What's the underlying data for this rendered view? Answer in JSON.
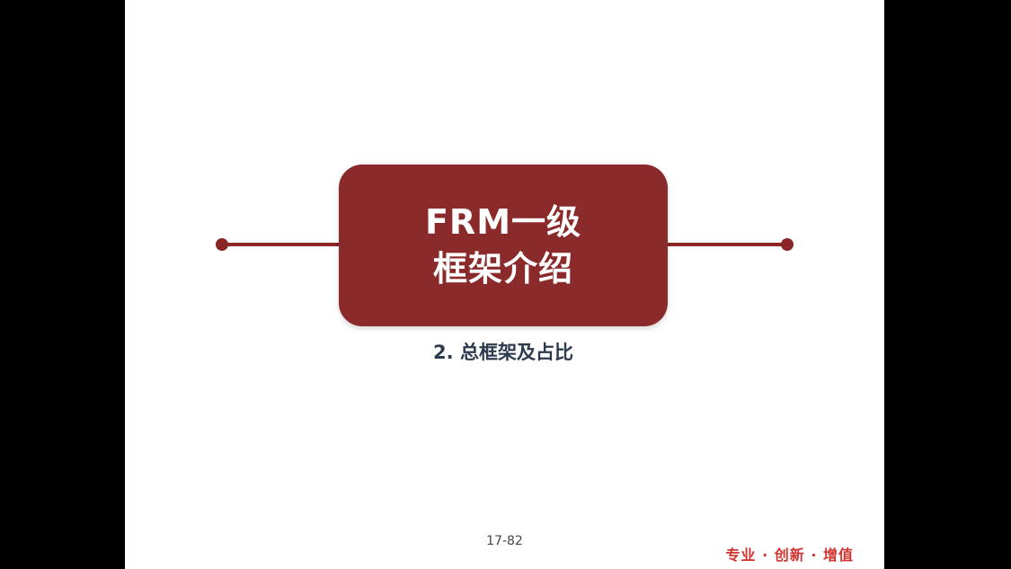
{
  "slide": {
    "title_line1": "FRM一级",
    "title_line2": "框架介绍",
    "subtitle": "2. 总框架及占比",
    "page_number": "17-82",
    "slogan": "专业 · 创新 · 增值"
  },
  "colors": {
    "primary": "#8b2a2a",
    "subtitle_text": "#2e3a4e",
    "slogan_text": "#d2322d",
    "background": "#ffffff",
    "letterbox": "#000000"
  }
}
